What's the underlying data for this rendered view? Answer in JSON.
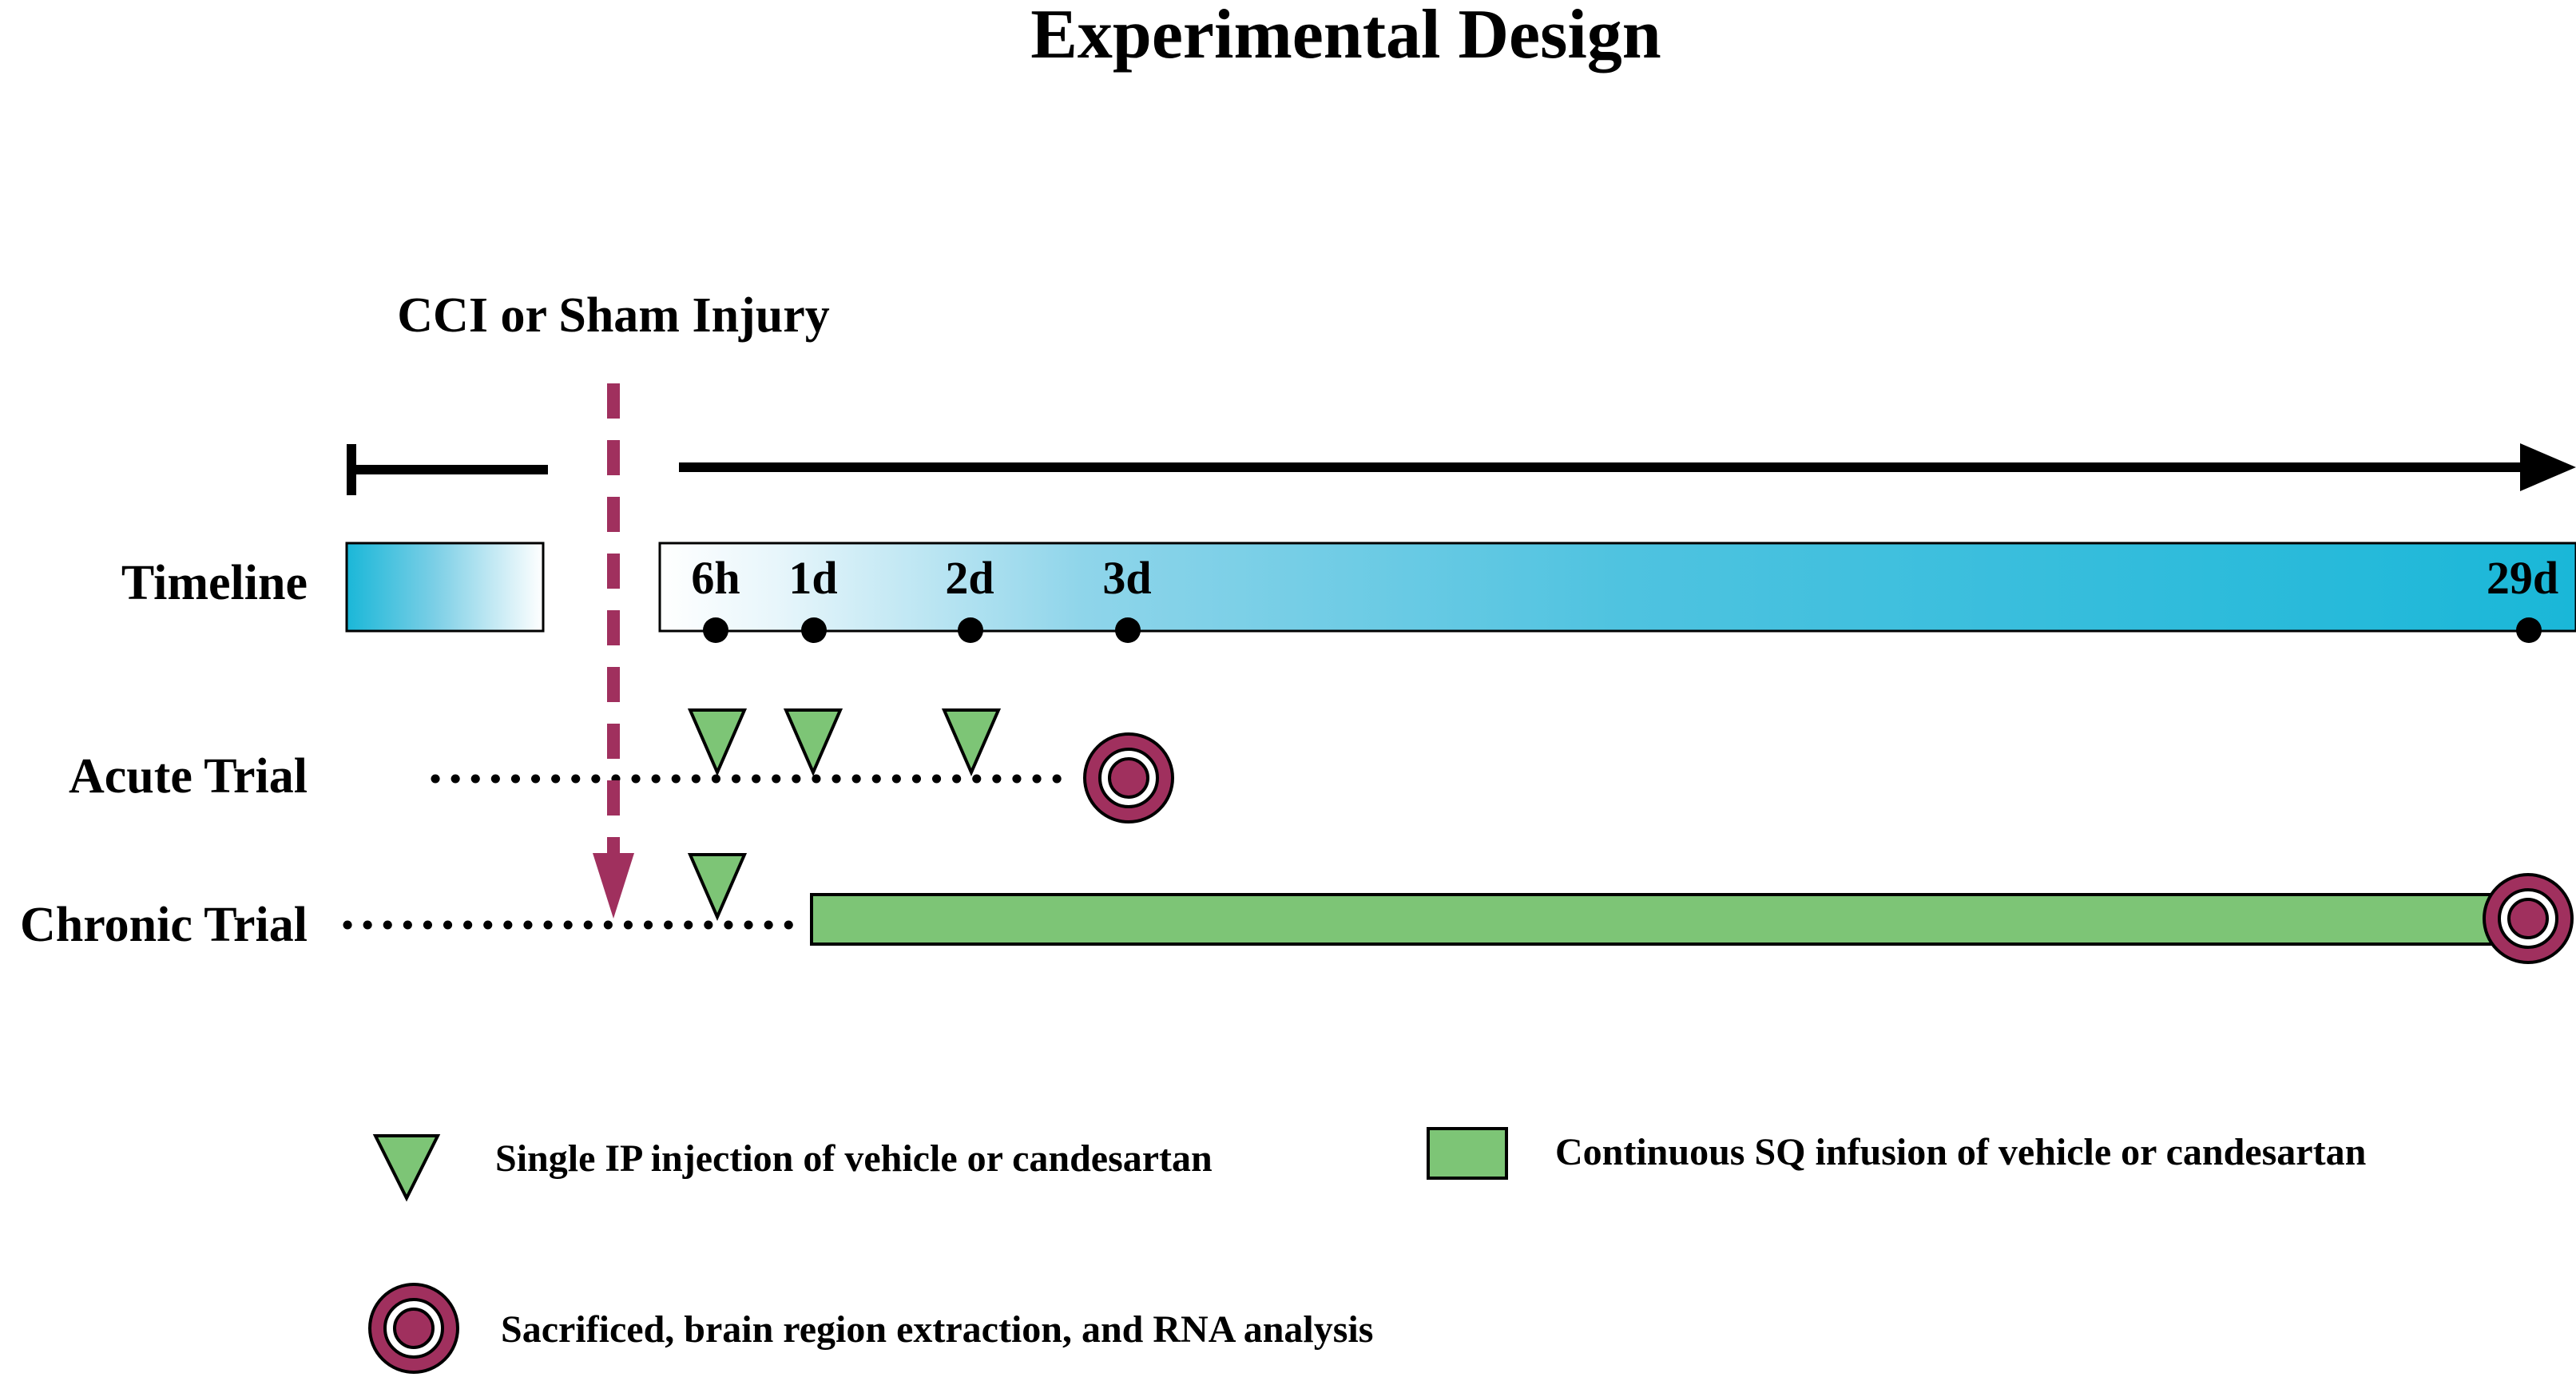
{
  "title": "Experimental Design",
  "injury": {
    "label": "CCI or Sham Injury"
  },
  "rows": {
    "timeline": "Timeline",
    "acute": "Acute Trial",
    "chronic": "Chronic Trial"
  },
  "timepoints": [
    "6h",
    "1d",
    "2d",
    "3d",
    "29d"
  ],
  "legend": {
    "injection": "Single IP injection of vehicle or candesartan",
    "infusion": "Continuous SQ infusion of vehicle or candesartan",
    "sacrifice": "Sacrificed, brain region extraction, and RNA analysis"
  },
  "colors": {
    "timeline_bar": "#1ab7d8",
    "injection": "#7dc576",
    "infusion": "#7dc576",
    "sacrifice": "#a0305e",
    "injury_arrow": "#a0305e"
  },
  "icons": {
    "injection": "triangle-down-icon",
    "sacrifice": "target-icon"
  }
}
